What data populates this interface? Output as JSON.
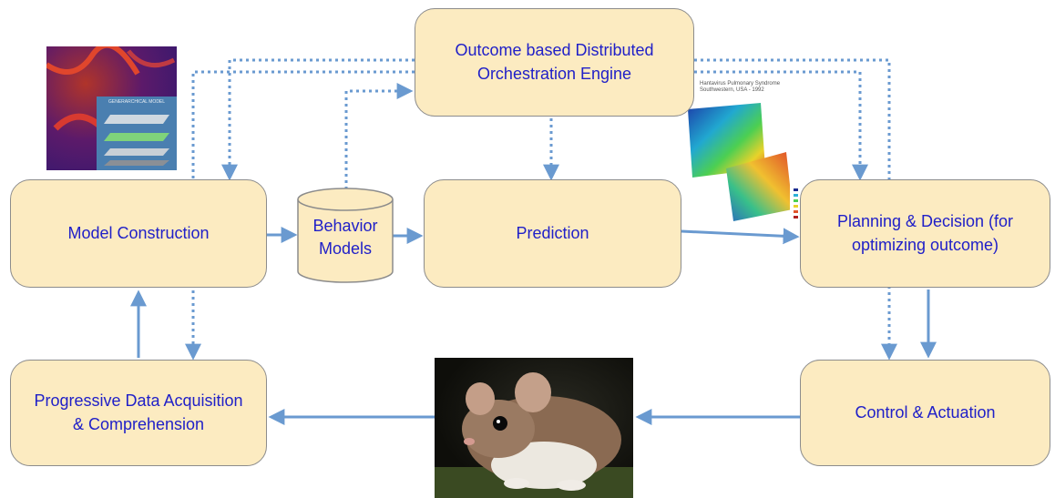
{
  "nodes": {
    "orchestration": [
      "Outcome based Distributed",
      "Orchestration Engine"
    ],
    "model_construction": "Model Construction",
    "behavior_models": [
      "Behavior",
      "Models"
    ],
    "prediction": "Prediction",
    "planning": [
      "Planning & Decision (for",
      "optimizing outcome)"
    ],
    "data_acquisition": [
      "Progressive Data Acquisition",
      "& Comprehension"
    ],
    "control": "Control & Actuation"
  },
  "images": {
    "model_thumbnail_caption": "GENERARCHICAL MODEL",
    "map_title": [
      "Hantavirus Pulmonary Syndrome",
      "Southwestern, USA - 1992"
    ]
  },
  "colors": {
    "box_fill": "#fcebc1",
    "box_border": "#8c8c8c",
    "text": "#2020c8",
    "arrow": "#6a9ad0"
  },
  "icons": {
    "datastore": "cylinder",
    "specimen_photo": "deer-mouse-photo",
    "map_image": "hantavirus-heatmap"
  }
}
